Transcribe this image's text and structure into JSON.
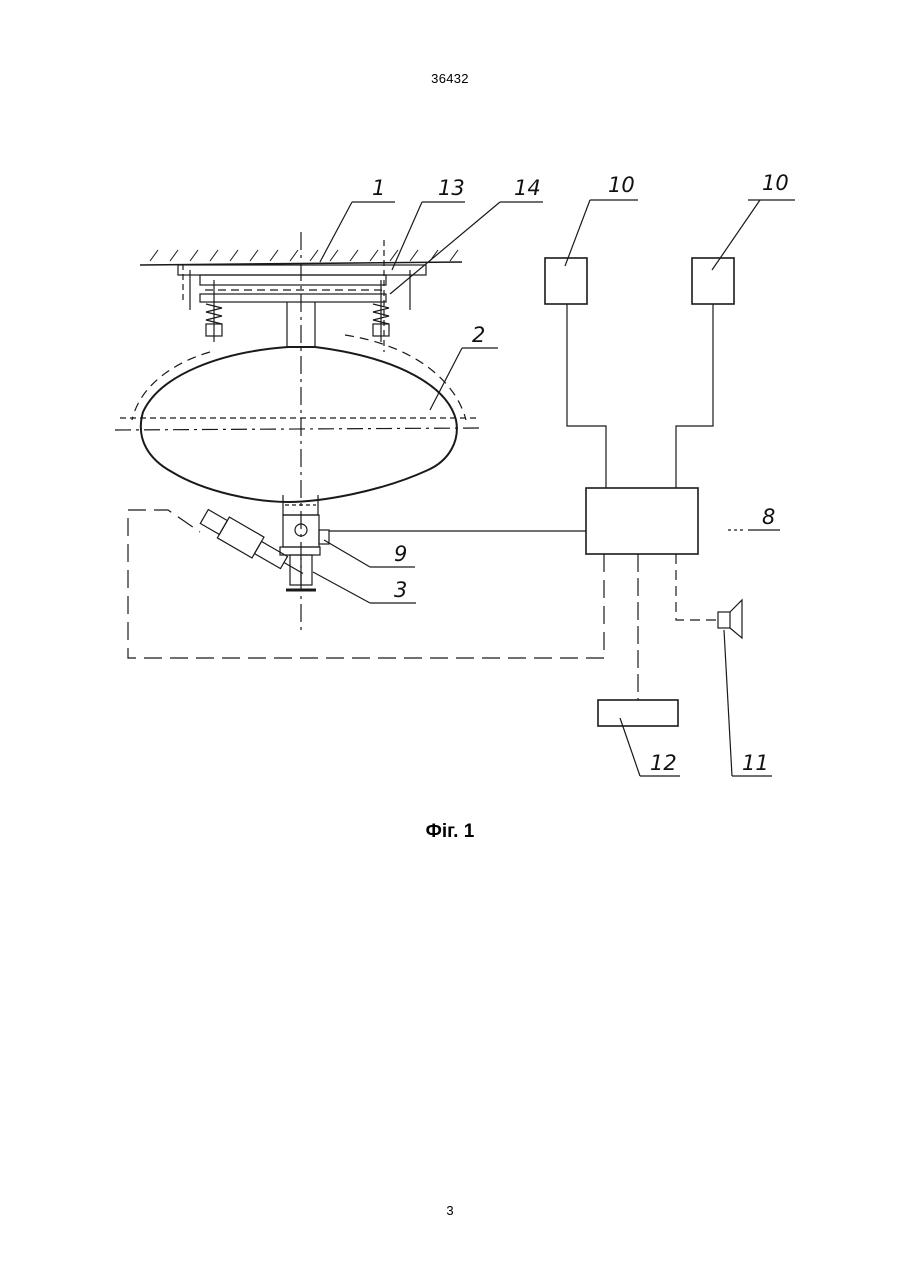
{
  "header": {
    "document_number": "36432"
  },
  "figure": {
    "caption": "Фіг. 1",
    "reference_labels": {
      "ceiling": "1",
      "vessel": "2",
      "valve": "3",
      "control_unit": "8",
      "sensor": "9",
      "detector_left": "10",
      "detector_right": "10",
      "speaker": "11",
      "indicator": "12",
      "bracket": "13",
      "spring": "14"
    }
  },
  "footer": {
    "page_number": "3"
  }
}
